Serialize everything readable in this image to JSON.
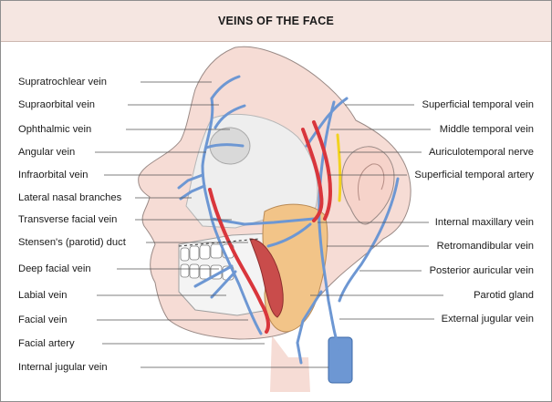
{
  "title": "VEINS OF THE FACE",
  "colors": {
    "header_bg": "#f5e6e1",
    "vein": "#6d97d3",
    "artery": "#d9363c",
    "nerve": "#f2d21f",
    "parotid_gland": "#f2c488",
    "skin": "#f6dcd5",
    "bone": "#eeeeee"
  },
  "left_labels": [
    "Supratrochlear vein",
    "Supraorbital vein",
    "Ophthalmic vein",
    "Angular vein",
    "Infraorbital vein",
    "Lateral nasal branches",
    "Transverse facial vein",
    "Stensen's (parotid) duct",
    "Deep facial vein",
    "Labial vein",
    "Facial vein",
    "Facial artery",
    "Internal jugular vein"
  ],
  "right_labels": [
    "Superficial temporal vein",
    "Middle temporal vein",
    "Auriculotemporal nerve",
    "Superficial temporal artery",
    "Internal maxillary vein",
    "Retromandibular vein",
    "Posterior auricular vein",
    "Parotid gland",
    "External jugular vein"
  ]
}
